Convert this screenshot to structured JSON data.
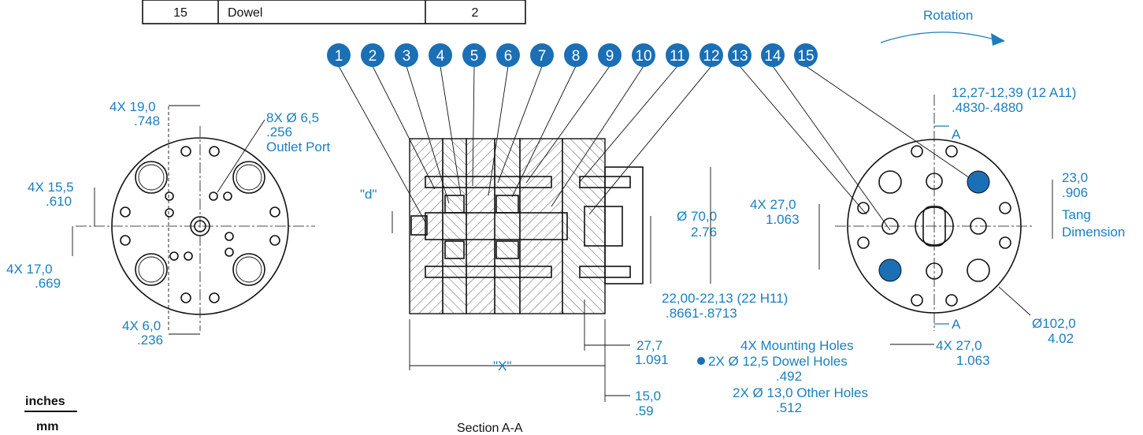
{
  "parts_table": {
    "row": {
      "item": "15",
      "name": "Dowel",
      "qty": "2"
    }
  },
  "rotation_label": "Rotation",
  "bubbles": [
    "1",
    "2",
    "3",
    "4",
    "5",
    "6",
    "7",
    "8",
    "9",
    "10",
    "11",
    "12",
    "13",
    "14",
    "15"
  ],
  "left_view": {
    "dim_19": "4X 19,0",
    "dim_19_in": ".748",
    "dim_65": "8X Ø 6,5",
    "dim_65_in": ".256",
    "outlet": "Outlet Port",
    "dim_155": "4X 15,5",
    "dim_155_in": ".610",
    "dim_170": "4X 17,0",
    "dim_170_in": ".669",
    "dim_60": "4X 6,0",
    "dim_60_in": ".236"
  },
  "section": {
    "d_label": "\"d\"",
    "dia70": "Ø 70,0",
    "dia70_in": "2.76",
    "h11": "22,00-22,13 (22 H11)",
    "h11_in": ".8661-.8713",
    "x_label": "\"X\"",
    "dim277": "27,7",
    "dim277_in": "1.091",
    "dim150": "15,0",
    "dim150_in": ".59",
    "title": "Section A-A"
  },
  "right_view": {
    "a11": "12,27-12,39 (12 A11)",
    "a11_in": ".4830-.4880",
    "a_top": "A",
    "a_bottom": "A",
    "dim230": "23,0",
    "dim230_in": ".906",
    "tang1": "Tang",
    "tang2": "Dimension",
    "dim270": "4X 27,0",
    "dim270_in": "1.063",
    "dim270b": "4X 27,0",
    "dim270b_in": "1.063",
    "dia102": "Ø102,0",
    "dia102_in": "4.02"
  },
  "notes": {
    "mounting": "4X Mounting Holes",
    "dowel": "2X Ø 12,5 Dowel Holes",
    "dowel_in": ".492",
    "other": "2X Ø 13,0 Other Holes",
    "other_in": ".512"
  },
  "units": {
    "top": "inches",
    "bottom": "mm"
  },
  "colors": {
    "accent": "#1b7fbd",
    "bubble": "#1a6fb5",
    "ink": "#111111"
  }
}
